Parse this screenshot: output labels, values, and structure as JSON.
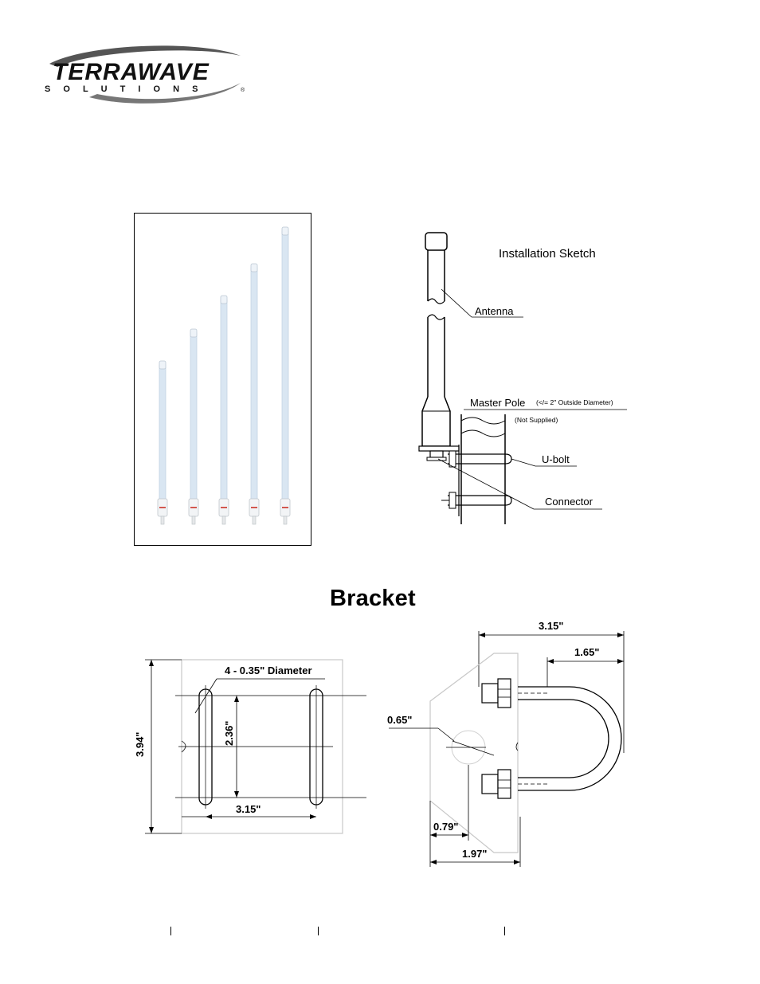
{
  "logo": {
    "brand": "TERRAWAVE",
    "sub": "S O L U T I O N S",
    "reg": "®"
  },
  "installation_sketch": {
    "title": "Installation Sketch",
    "antenna": "Antenna",
    "master_pole": "Master Pole",
    "pole_spec": "(</= 2\" Outside Diameter)",
    "not_supplied": "(Not Supplied)",
    "u_bolt": "U-bolt",
    "connector": "Connector"
  },
  "bracket": {
    "title": "Bracket",
    "hole_label": "4 - 0.35\" Diameter",
    "height": "3.94\"",
    "slot_spacing_v": "2.36\"",
    "slot_spacing_h": "3.15\"",
    "side_width": "3.15\"",
    "side_inner": "1.65\"",
    "side_hole": "0.65\"",
    "side_offset": "0.79\"",
    "side_depth": "1.97\""
  },
  "colors": {
    "pole": "#d9e6f2",
    "cap": "#eef3f8",
    "marker": "#d2574f",
    "line_grey": "#999999"
  }
}
